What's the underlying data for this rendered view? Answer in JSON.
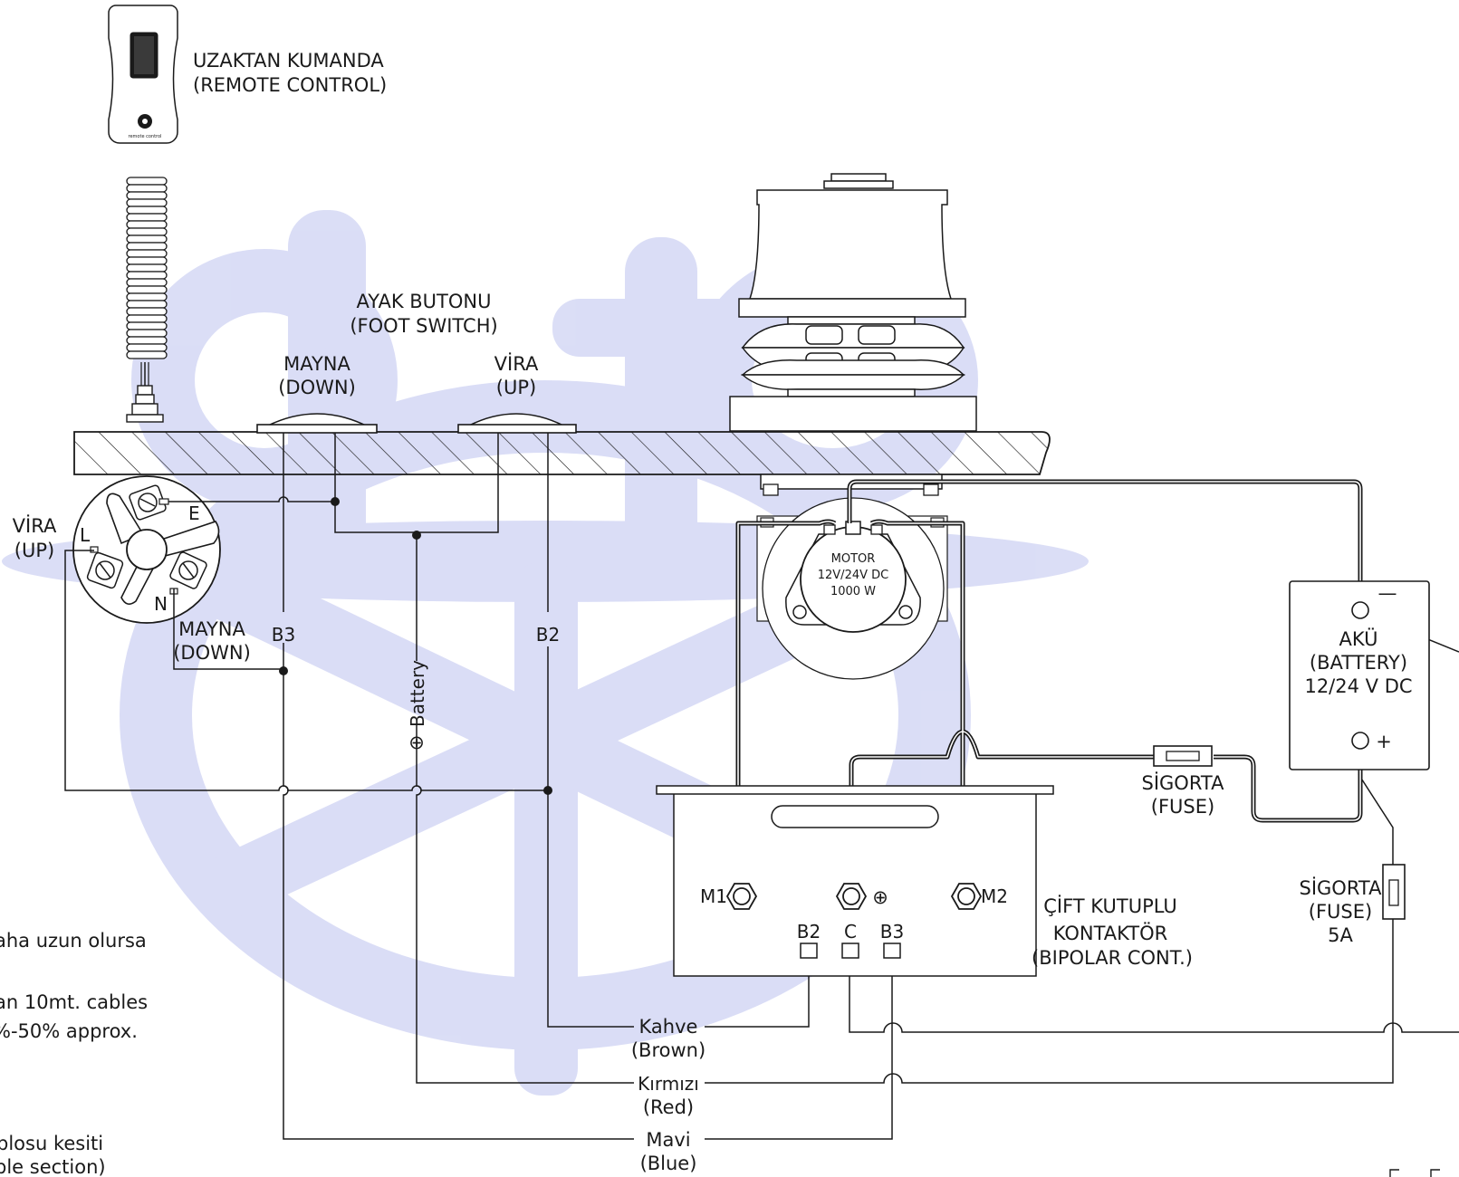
{
  "labels": {
    "remote_tr": "UZAKTAN KUMANDA",
    "remote_en": "(REMOTE CONTROL)",
    "foot_tr": "AYAK BUTONU",
    "foot_en": "(FOOT SWITCH)",
    "foot_down_tr": "MAYNA",
    "foot_down_en": "(DOWN)",
    "foot_up_tr": "VİRA",
    "foot_up_en": "(UP)",
    "sw_up_tr": "VİRA",
    "sw_up_en": "(UP)",
    "sw_down_tr": "MAYNA",
    "sw_down_en": "(DOWN)",
    "sw_L": "L",
    "sw_E": "E",
    "sw_N": "N",
    "wire_b3": "B3",
    "wire_b2": "B2",
    "battery_wire": "Battery",
    "plus_symbol": "⊕",
    "motor_title": "MOTOR",
    "motor_voltage": "12V/24V DC",
    "motor_power": "1000 W",
    "battery_tr": "AKÜ",
    "battery_en": "(BATTERY)",
    "battery_volt": "12/24 V DC",
    "battery_minus": "—",
    "battery_plus": "+",
    "fuse_main_tr": "SİGORTA",
    "fuse_main_en": "(FUSE)",
    "fuse_small_tr": "SİGORTA",
    "fuse_small_en": "(FUSE)",
    "fuse_small_amp": "5A",
    "contactor_tr1": "ÇİFT KUTUPLU",
    "contactor_tr2": "KONTAKTÖR",
    "contactor_en": "(BIPOLAR CONT.)",
    "term_m1": "M1",
    "term_m2": "M2",
    "term_plus": "⊕",
    "term_b2": "B2",
    "term_c": "C",
    "term_b3": "B3",
    "brown_tr": "Kahve",
    "brown_en": "(Brown)",
    "red_tr": "Kırmızı",
    "red_en": "(Red)",
    "blue_tr": "Mavi",
    "blue_en": "(Blue)",
    "note1": "aha uzun olursa",
    "note2": "an 10mt. cables",
    "note3": "%-50% approx.",
    "note4": "blosu kesiti",
    "note5": "ble section)",
    "remote_brand": "remote control"
  },
  "colors": {
    "line": "#1a1a1a",
    "watermark": "#d9dcf6"
  }
}
